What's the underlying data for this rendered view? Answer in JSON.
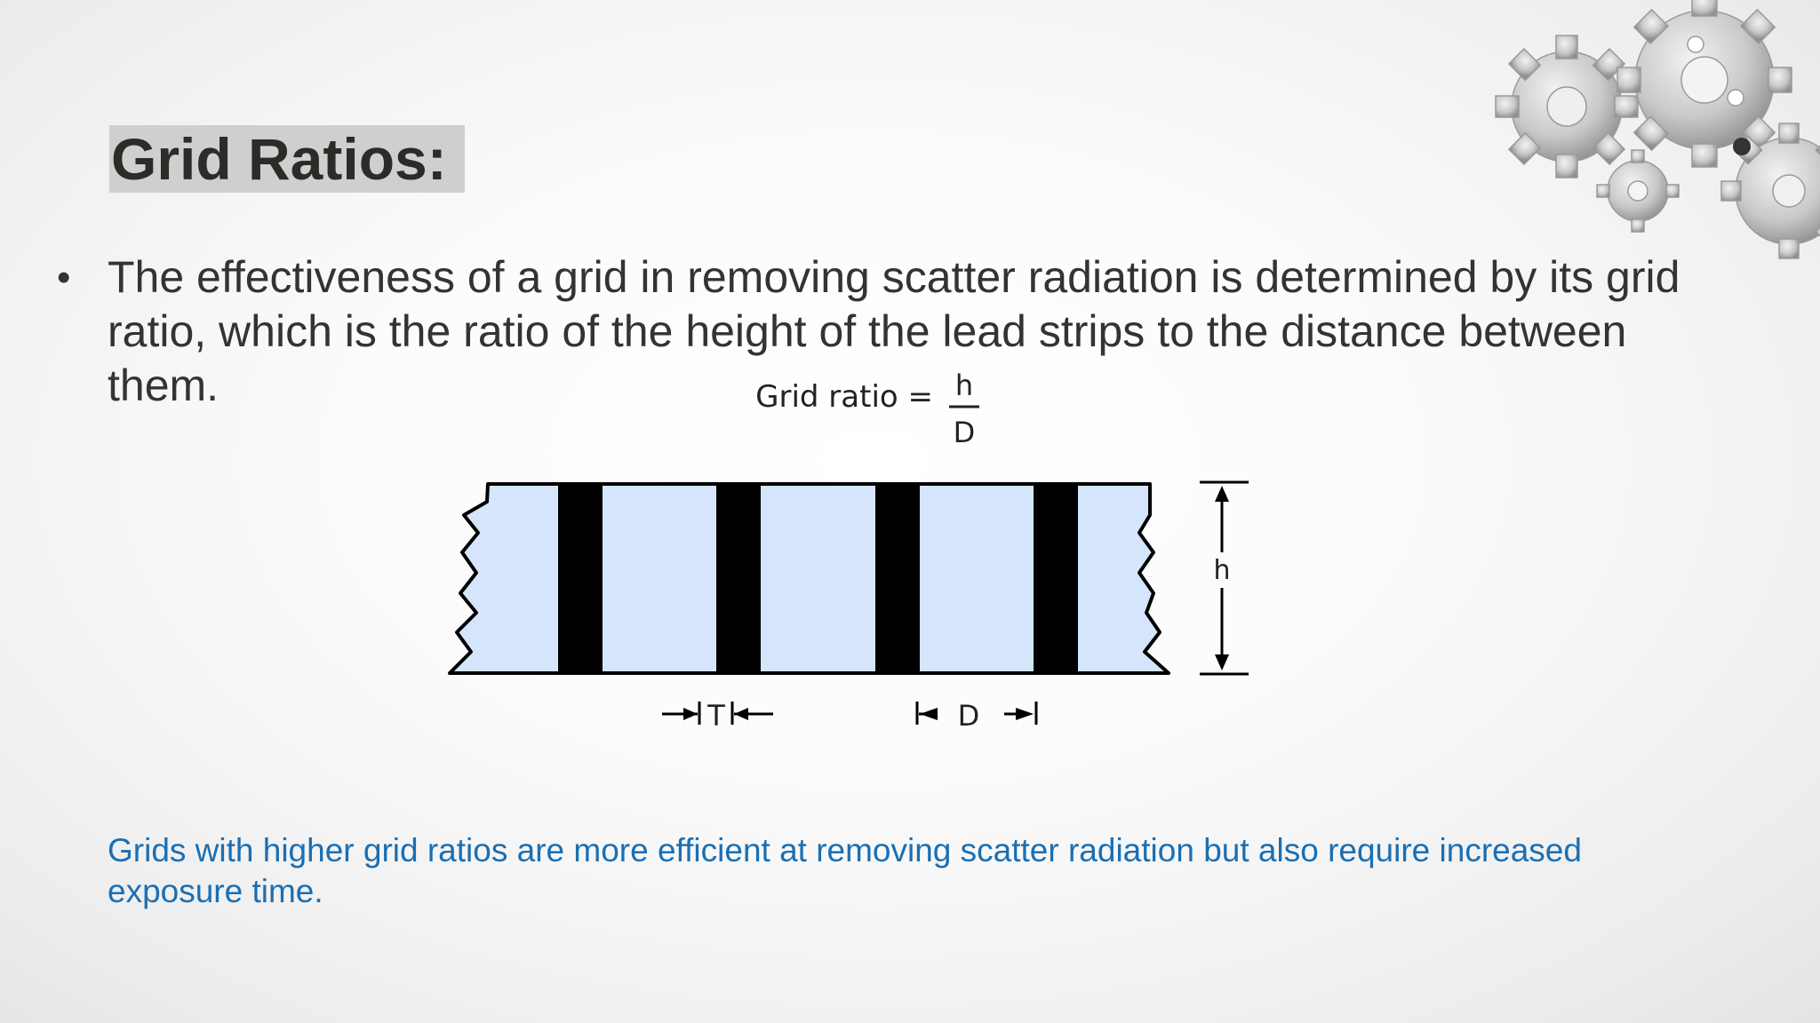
{
  "slide": {
    "title": "Grid Ratios:",
    "bullet": "The effectiveness of a grid in removing scatter radiation is determined by its grid ratio, which is the ratio of the height of the lead strips to the distance between them.",
    "note": "Grids with higher grid ratios are more efficient at removing scatter radiation but also require increased exposure time."
  },
  "diagram": {
    "formula_label": "Grid ratio =",
    "numerator": "h",
    "denominator": "D",
    "height_label": "h",
    "strip_thickness_label": "T",
    "interspace_label": "D",
    "interspace_color": "#d5e5fb",
    "strip_color": "#000000"
  },
  "decoration": {
    "corner": "gears-icon"
  }
}
